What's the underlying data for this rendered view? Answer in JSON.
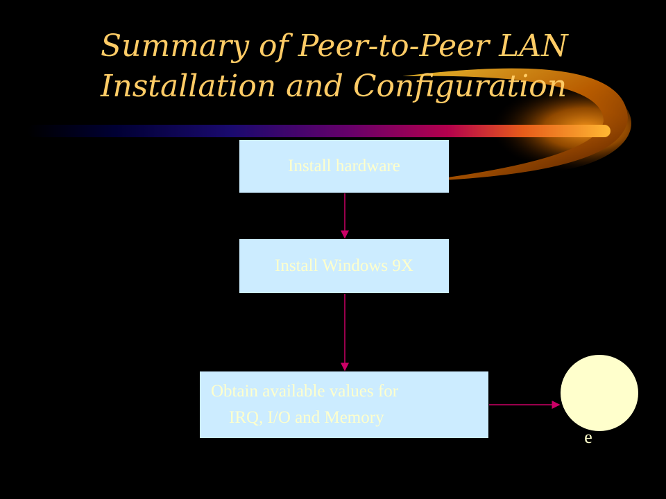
{
  "slide": {
    "title_line1": "Summary of Peer-to-Peer LAN",
    "title_line2": "Installation and Configuration",
    "steps": [
      {
        "label": "Install hardware"
      },
      {
        "label": "Install Windows 9X"
      },
      {
        "label_line1": "Obtain available values for",
        "label_line2": "IRQ, I/O and Memory"
      }
    ],
    "end_node_label": "e"
  },
  "colors": {
    "background": "#000000",
    "title": "#FFCC66",
    "box_fill": "#CCECFF",
    "box_text": "#FFFFCC",
    "arrow": "#CC0066",
    "end_node": "#FFFFCC"
  }
}
